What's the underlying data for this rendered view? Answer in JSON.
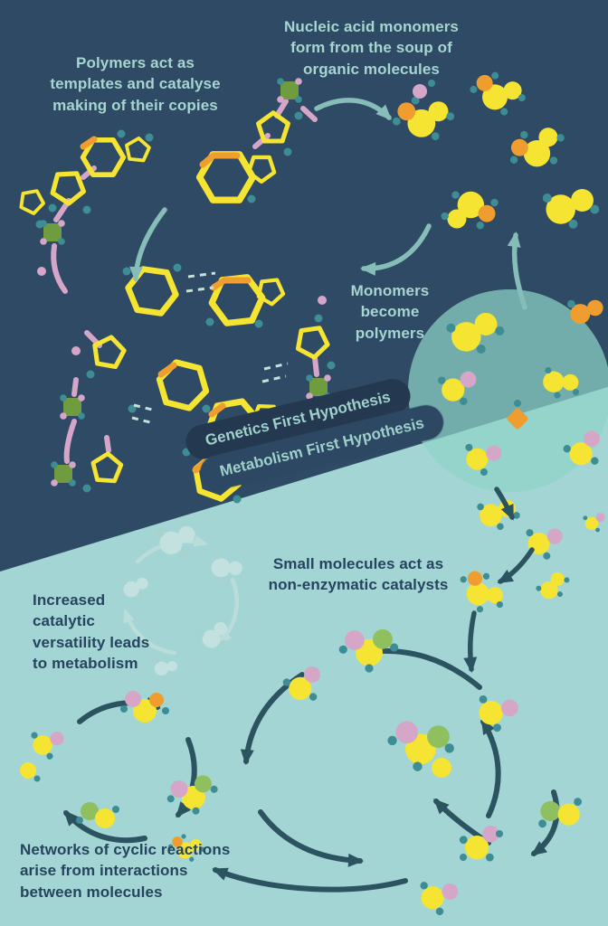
{
  "captions": {
    "polymers": "Polymers act as templates and catalyse making of their copies",
    "monomers_form": "Nucleic acid monomers form from the soup of organic molecules",
    "monomers_become": "Monomers become polymers",
    "small_molecules": "Small molecules act as non-enzymatic catalysts",
    "increased_catalytic": "Increased catalytic versatility leads to metabolism",
    "networks": "Networks of cyclic reactions arise from interactions between molecules"
  },
  "banners": {
    "genetics": "Genetics First Hypothesis",
    "metabolism": "Metabolism First Hypothesis"
  },
  "colors": {
    "dark_background": "#2e4a64",
    "teal_background": "#a2d5d4",
    "light_text": "#a7d5d0",
    "dark_text": "#26445e",
    "molecule_yellow": "#f5e431",
    "molecule_orange": "#ef9d2f",
    "molecule_pink": "#d5a6c8",
    "molecule_green": "#8fbf5f",
    "phosphate_green": "#6f9c3f",
    "atom_teal": "#3e8d95",
    "arrow_light": "#86bdb8",
    "arrow_dark": "#2c5360"
  }
}
